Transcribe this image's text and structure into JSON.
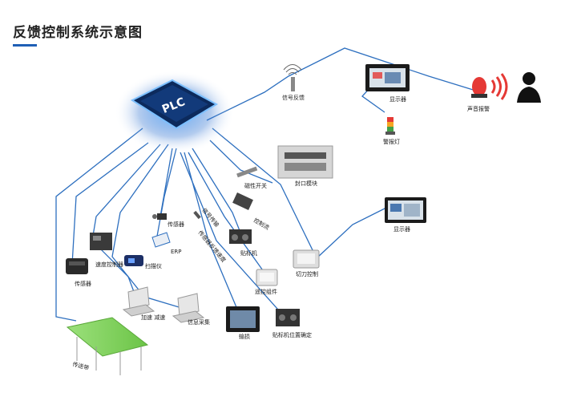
{
  "title": "反馈控制系统示意图",
  "plc_label": "PLC",
  "labels": {
    "signal_feedback": "信号反馈",
    "display_top": "显示器",
    "sound_alarm": "声音报警",
    "warning_light": "警报灯",
    "magnetic_switch": "磁性开关",
    "seal_module": "封口模块",
    "control_flow": "控制流",
    "display_right": "显示器",
    "sensor_left": "传感器",
    "speed_controller": "速度控制器",
    "scanner": "扫描仪",
    "erp": "ERP",
    "sensor_mid": "传感器",
    "signal_transmit": "信号传输",
    "sensor_feedback_speed": "传感器反馈速度",
    "labeler": "贴标机",
    "cutter_control": "切刀控制",
    "remote_component": "遥控组件",
    "accel_decel": "加速 减速",
    "info_collect": "信息采集",
    "panel": "输损",
    "labeler_position": "贴标机位置确定",
    "conveyor": "传送带"
  },
  "colors": {
    "wire": "#2d6fbf",
    "accent": "#1f5fb5",
    "alarm": "#e53935"
  }
}
